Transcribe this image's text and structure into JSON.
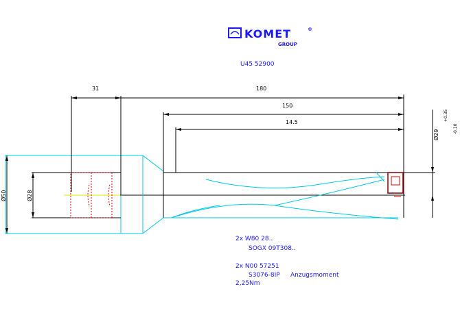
{
  "logo": {
    "brand": "KOMET",
    "registered": "®",
    "group": "GROUP",
    "icon": "komet-logo-icon"
  },
  "part_number": "U45 52900",
  "dimensions": {
    "d31": "31",
    "d180": "180",
    "d150": "150",
    "d145": "14.5",
    "dia_shank": "Ø50",
    "dia_bore": "Ø28",
    "dia_tool": "Ø29",
    "tol_upper": "+0.35",
    "tol_lower": "-0.10"
  },
  "notes": {
    "insert_line1": "2x W80 28..",
    "insert_line2": "SOGX 09T308..",
    "screw_line1": "2x N00 57251",
    "screw_line2": "S3076-8IP",
    "torque_label": "Anzugsmoment",
    "torque_value": "2,25Nm"
  },
  "colors": {
    "outline": "#00c8e6",
    "dimension": "#000000",
    "text": "#1a1aff",
    "hidden": "#e00000",
    "axis": "#e6e600"
  }
}
